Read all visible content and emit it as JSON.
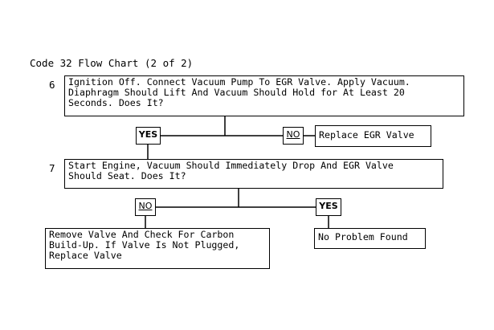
{
  "title": "Code 32 Flow Chart (2 of 2)",
  "steps": [
    {
      "number": "6",
      "question": "Ignition Off. Connect Vacuum Pump To EGR Valve. Apply Vacuum.\nDiaphragm Should Lift And Vacuum Should Hold for At Least 20\nSeconds. Does It?",
      "yes_label": "YES",
      "no_label": "NO",
      "no_result": "Replace EGR Valve"
    },
    {
      "number": "7",
      "question": "Start Engine, Vacuum Should Immediately Drop And EGR Valve\nShould Seat. Does It?",
      "yes_label": "YES",
      "no_label": "NO",
      "no_result": "Remove Valve And Check For Carbon\nBuild-Up. If Valve Is Not Plugged,\nReplace Valve",
      "yes_result": "No Problem Found"
    }
  ]
}
